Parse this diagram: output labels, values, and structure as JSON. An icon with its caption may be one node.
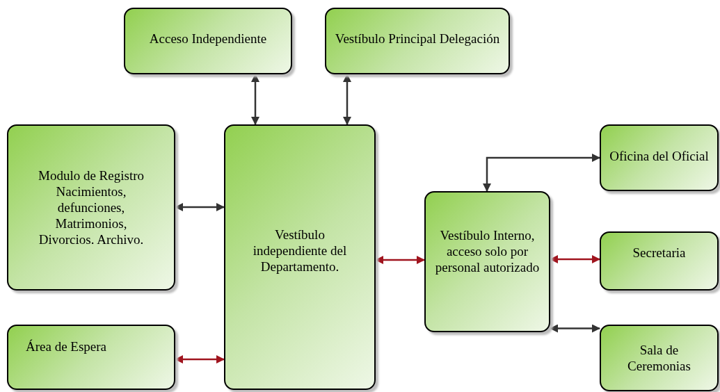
{
  "diagram": {
    "nodes": [
      {
        "text": [
          "Acceso Independiente"
        ]
      },
      {
        "text": [
          "Vestíbulo Principal Delegación"
        ]
      },
      {
        "text": [
          "Modulo de Registro Nacimientos, defunciones, Matrimonios, Divorcios. Archivo."
        ]
      },
      {
        "text": [
          "Vestíbulo independiente del Departamento."
        ]
      },
      {
        "text": [
          "Área de Espera"
        ]
      },
      {
        "text": [
          "Vestíbulo Interno, acceso solo por personal autorizado"
        ]
      },
      {
        "text": [
          "Oficina del Oficial"
        ]
      },
      {
        "text": [
          "Secretaria"
        ]
      },
      {
        "text": [
          "Sala de Ceremonias"
        ]
      }
    ],
    "edges": [
      {
        "from": 0,
        "to": 3,
        "arrow": "both"
      },
      {
        "from": 1,
        "to": 3,
        "arrow": "both"
      },
      {
        "from": 2,
        "to": 3,
        "arrow": "both"
      },
      {
        "from": 4,
        "to": 3,
        "arrow": "both",
        "color": "#a0141e"
      },
      {
        "from": 3,
        "to": 5,
        "arrow": "both",
        "color": "#a0141e"
      },
      {
        "from": 5,
        "to": 6,
        "arrow": "both"
      },
      {
        "from": 5,
        "to": 7,
        "arrow": "both",
        "color": "#a0141e"
      },
      {
        "from": 5,
        "to": 8,
        "arrow": "both"
      }
    ]
  }
}
